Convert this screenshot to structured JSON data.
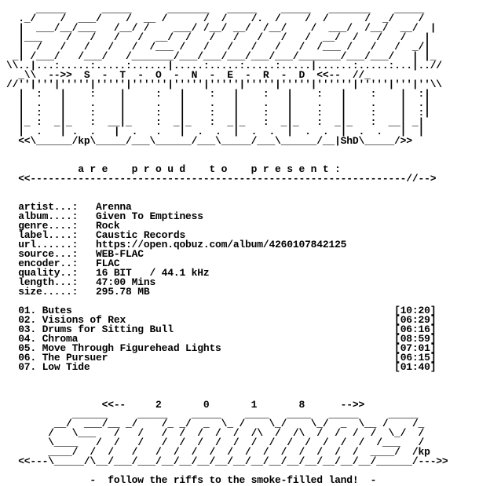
{
  "art_top": [
    "     _____      _____      _______   _____    _____   _______    _____",
    "  ._/    /  ___/    /  __ /      /  /    /.  /    /  /      /  _/    /",
    "  |  ___/__/___   /__/ /    ___/ /__/ __/  /__/    /  ___/  /__/  __/  |",
    "  |___    /   /   /   /  __/  /   /   /   /   /   /  __/  /   /   /   |",
    "  |  /   /   /   /   /  /___ /   /   /   /   /   /  /___ /   /   /  _/|",
    " _| /___/   /___/   /_______/___/___/___/___/___/_______/___/___/   | |_",
    "\\\\..|...:.....:.....:......|.....:.....:.....:.....|......:.....:...|..//",
    "  _\\\\  -->>  S  -  T  -  O  -  N  -  E  -  R  -  D  <<--  //_",
    "//''|'''|'''''|'''''|''''''|'''''|'''''|'''''|'''''|''''''|'''''|'''|''\\\\",
    "  |  :   |    :    |     :   |    :   |    :   |    :   |    :    |  :|",
    "  |  .   |    .    |     .   |    .   |    .   |    .   |    .    |  .|",
    "  |  :   |    :    |     :   |    :   |    :   |    :   |    :    |  :|",
    "  |_ :  _|_   :  __|_    :  _|_   :  _|_   :  _|_   :  _|_   :  __| _|",
    "  |  .   | .  .   |  .   .   |  .  .  |  .  .  |  .  .  |  .  .   |  |",
    "  <<\\______/kp\\_____/___\\______/___\\_____/___\\______/__|ShD\\_____/>>"
  ],
  "present_line": "            a r e    p r o u d    t o    p r e s e n t :",
  "present_rule": "  <<---------------------------------------------------------------//-->",
  "info": [
    {
      "label": "artist...:",
      "value": "Arenna"
    },
    {
      "label": "album....:",
      "value": "Given To Emptiness"
    },
    {
      "label": "genre....:",
      "value": "Rock"
    },
    {
      "label": "label....:",
      "value": "Caustic Records"
    },
    {
      "label": "url......:",
      "value": "https://open.qobuz.com/album/4260107842125"
    },
    {
      "label": "source...:",
      "value": "WEB-FLAC"
    },
    {
      "label": "encoder..:",
      "value": "FLAC"
    },
    {
      "label": "quality..:",
      "value": "16 BIT   / 44.1 kHz"
    },
    {
      "label": "length...:",
      "value": "47:00 Mins"
    },
    {
      "label": "size.....:",
      "value": "295.78 MB"
    }
  ],
  "tracks": [
    {
      "num": "01.",
      "title": "Butes",
      "time": "[10:20]"
    },
    {
      "num": "02.",
      "title": "Visions of Rex",
      "time": "[06:29]"
    },
    {
      "num": "03.",
      "title": "Drums for Sitting Bull",
      "time": "[06:16]"
    },
    {
      "num": "04.",
      "title": "Chroma",
      "time": "[08:59]"
    },
    {
      "num": "05.",
      "title": "Move Through Figurehead Lights",
      "time": "[07:01]"
    },
    {
      "num": "06.",
      "title": "The Pursuer",
      "time": "[06:15]"
    },
    {
      "num": "07.",
      "title": "Low Tide",
      "time": "[01:40]"
    }
  ],
  "art_bottom": [
    "                <<--     2       0       1       8      -->>",
    "           ______     _____    _____    ____   ____   _____     _____",
    "        __/  ___/__ _/    /_ _/  _  \\_ /    \\_/    \\_/  _  \\__ /    /_",
    "       /   \\___   /   /   /  /  /  /  /  /\\  /  /\\  /  /  /  /  \\_/  /",
    "       \\____   /  /   /   /  /  /  /  /  /  /  /  /  /  /  /  /___   /",
    "       ____/  /  /   /   /  /  /  /  /  /  /  /  /  /  /  /  ____/  /kp",
    "  <<---\\_____/\\__/___/___/__/__/__/__/__/__/__/__/__/__/__/__/______/--->>"
  ],
  "tagline": "              -  follow the riffs to the smoke-filled land!  -"
}
